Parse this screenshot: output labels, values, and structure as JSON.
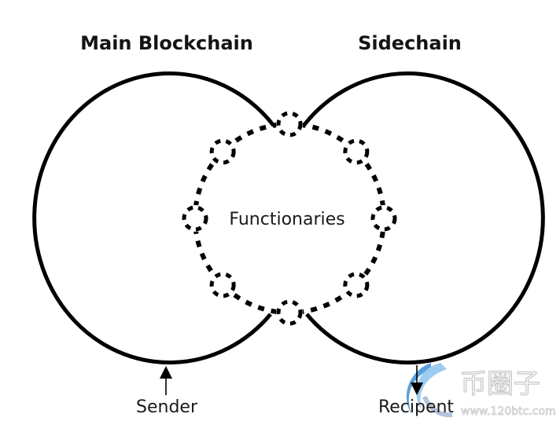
{
  "diagram": {
    "left_chain_title": "Main Blockchain",
    "right_chain_title": "Sidechain",
    "center_label": "Functionaries",
    "sender_label": "Sender",
    "recipient_label": "Recipent",
    "functionary_node_count": 8
  },
  "watermark": {
    "chinese_text": "币圈子",
    "url_text": "www.120btc.com",
    "colors": {
      "logo_blue": "#3d8fd6",
      "logo_light": "#8ec3ee",
      "text_gray": "#c9c9c9"
    }
  },
  "colors": {
    "stroke": "#000000",
    "text": "#1a1a1a",
    "background": "#ffffff"
  }
}
